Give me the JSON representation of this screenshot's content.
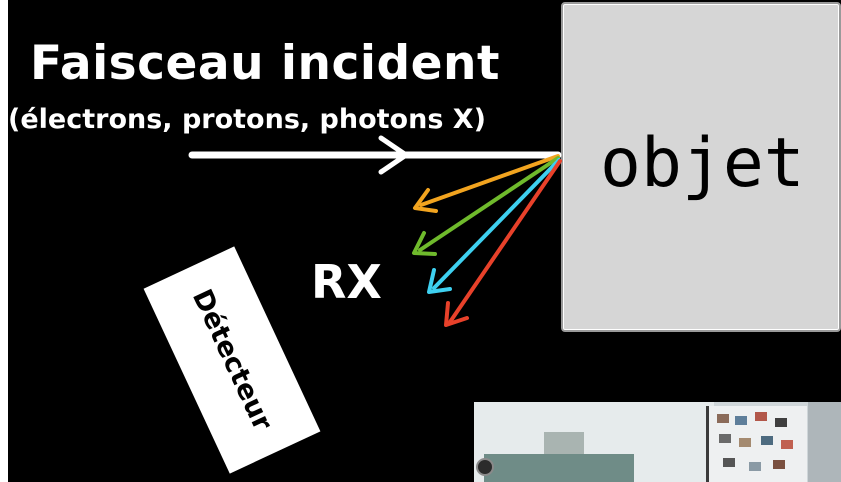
{
  "slide": {
    "title": "Faisceau incident",
    "subtitle": "(électrons, protons, photons X)",
    "object_label": "objet",
    "detector_label": "Détecteur",
    "rx_label": "RX"
  },
  "colors": {
    "background": "#000000",
    "incident_beam": "#ffffff",
    "ray_orange": "#f2a41f",
    "ray_green": "#6fba2c",
    "ray_cyan": "#3ed0f0",
    "ray_red": "#e8412a",
    "object_fill": "#d6d6d6"
  },
  "webcam_inset": {
    "icons": [
      "camera-icon"
    ]
  }
}
